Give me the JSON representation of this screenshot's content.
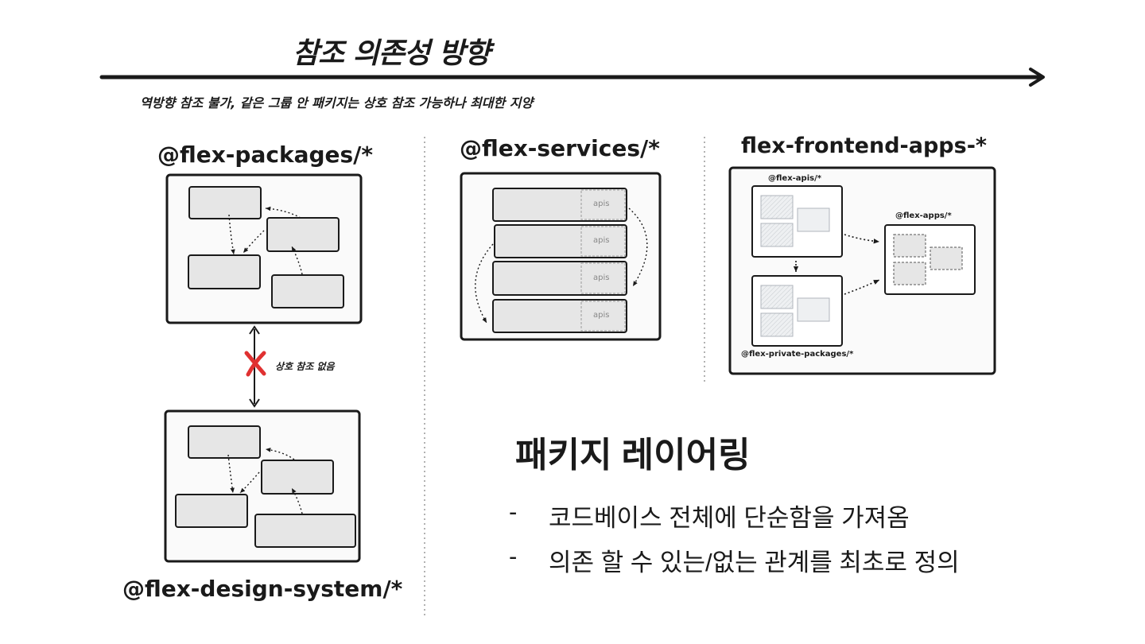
{
  "top": {
    "title": "참조 의존성 방향",
    "subtitle": "역방향 참조 불가, 같은 그룹 안 패키지는 상호 참조 가능하나 최대한 지양"
  },
  "groups": {
    "packages": "@flex-packages/*",
    "design_system": "@flex-design-system/*",
    "services": "@flex-services/*",
    "frontend_apps": "flex-frontend-apps-*"
  },
  "relation": {
    "no_mutual": "상호 참조 없음"
  },
  "services": {
    "apis_labels": [
      "apis",
      "apis",
      "apis",
      "apis"
    ]
  },
  "frontend": {
    "apis": "@flex-apis/*",
    "apps": "@flex-apps/*",
    "private": "@flex-private-packages/*"
  },
  "main": {
    "heading": "패키지 레이어링",
    "bullets": [
      {
        "dash": "-",
        "text": "코드베이스 전체에 단순함을 가져옴"
      },
      {
        "dash": "-",
        "text": "의존 할 수 있는/없는 관계를 최초로 정의"
      }
    ]
  },
  "colors": {
    "stroke": "#1a1a1a",
    "box_fill": "#e6e6e6",
    "panel_fill": "#fafafa",
    "red_x": "#e03131"
  }
}
